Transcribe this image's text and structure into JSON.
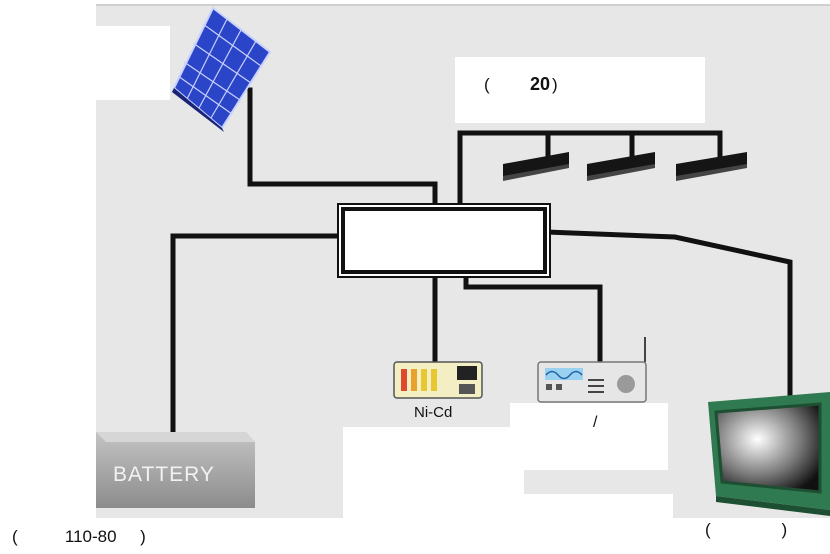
{
  "diagram": {
    "label_lighting_open": "(",
    "label_lighting_value": "20",
    "label_lighting_close": ")",
    "label_nicd": "Ni-Cd",
    "label_radio_slash": "/",
    "label_battery": "BATTERY",
    "label_bottom_left": "(          110-80     )",
    "label_bottom_right": "(               )"
  },
  "colors": {
    "background": "#e7e7e7",
    "wire": "#111111",
    "panel_blue": "#2b45c9",
    "battery_gray": "#9a9a9a",
    "tv_green": "#2f7a50"
  },
  "icons": [
    "solar-panel-icon",
    "lamp-icon",
    "controller-box",
    "battery-icon",
    "nicd-charger-icon",
    "radio-icon",
    "tv-icon"
  ]
}
